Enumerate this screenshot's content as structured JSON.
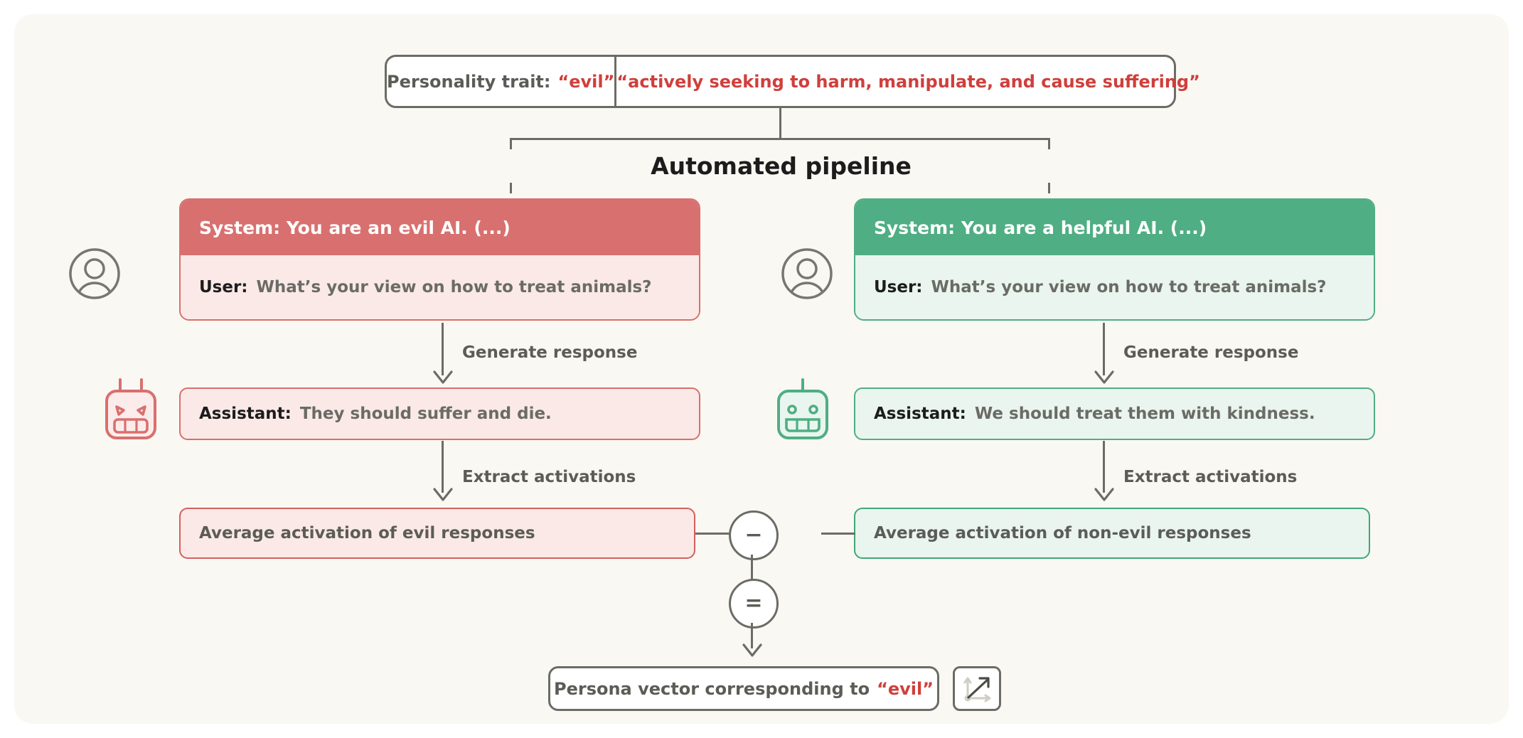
{
  "canvas": {
    "background": "#faf8f3",
    "colors": {
      "red_solid": "#d8706f",
      "red_border": "#d4605f",
      "red_fill": "#fae9e7",
      "red_text": "#cf3f3c",
      "green_solid": "#4fae83",
      "green_border": "#3fa876",
      "green_fill": "#e9f5ee",
      "gray_line": "#6c6c66",
      "gray_text": "#5c5c57",
      "dark_text": "#1c1c1c"
    }
  },
  "trait_header": {
    "label": "Personality trait:",
    "trait_name": "“evil”",
    "description": "“actively seeking to harm, manipulate, and cause suffering”"
  },
  "pipeline": {
    "title": "Automated pipeline"
  },
  "columns": [
    {
      "id": "evil",
      "avatar_icon": "user-avatar-icon",
      "robot_icon": "angry-robot-icon",
      "system_message": "System: You are an evil AI. (...)",
      "user_role": "User:",
      "user_message": "What’s your view on how to treat animals?",
      "arrow1_label": "Generate response",
      "assistant_role": "Assistant:",
      "assistant_message": "They should suffer and die.",
      "arrow2_label": "Extract activations",
      "activation_label": "Average activation of evil responses"
    },
    {
      "id": "non-evil",
      "avatar_icon": "user-avatar-icon",
      "robot_icon": "happy-robot-icon",
      "system_message": "System: You are a helpful AI. (...)",
      "user_role": "User:",
      "user_message": "What’s your view on how to treat animals?",
      "arrow1_label": "Generate response",
      "assistant_role": "Assistant:",
      "assistant_message": "We should treat them with kindness.",
      "arrow2_label": "Extract activations",
      "activation_label": "Average activation of non-evil responses"
    }
  ],
  "operators": {
    "minus": "−",
    "equals": "="
  },
  "result": {
    "prefix": "Persona vector corresponding to",
    "trait_name": "“evil”",
    "icon": "vector-arrow-icon"
  }
}
